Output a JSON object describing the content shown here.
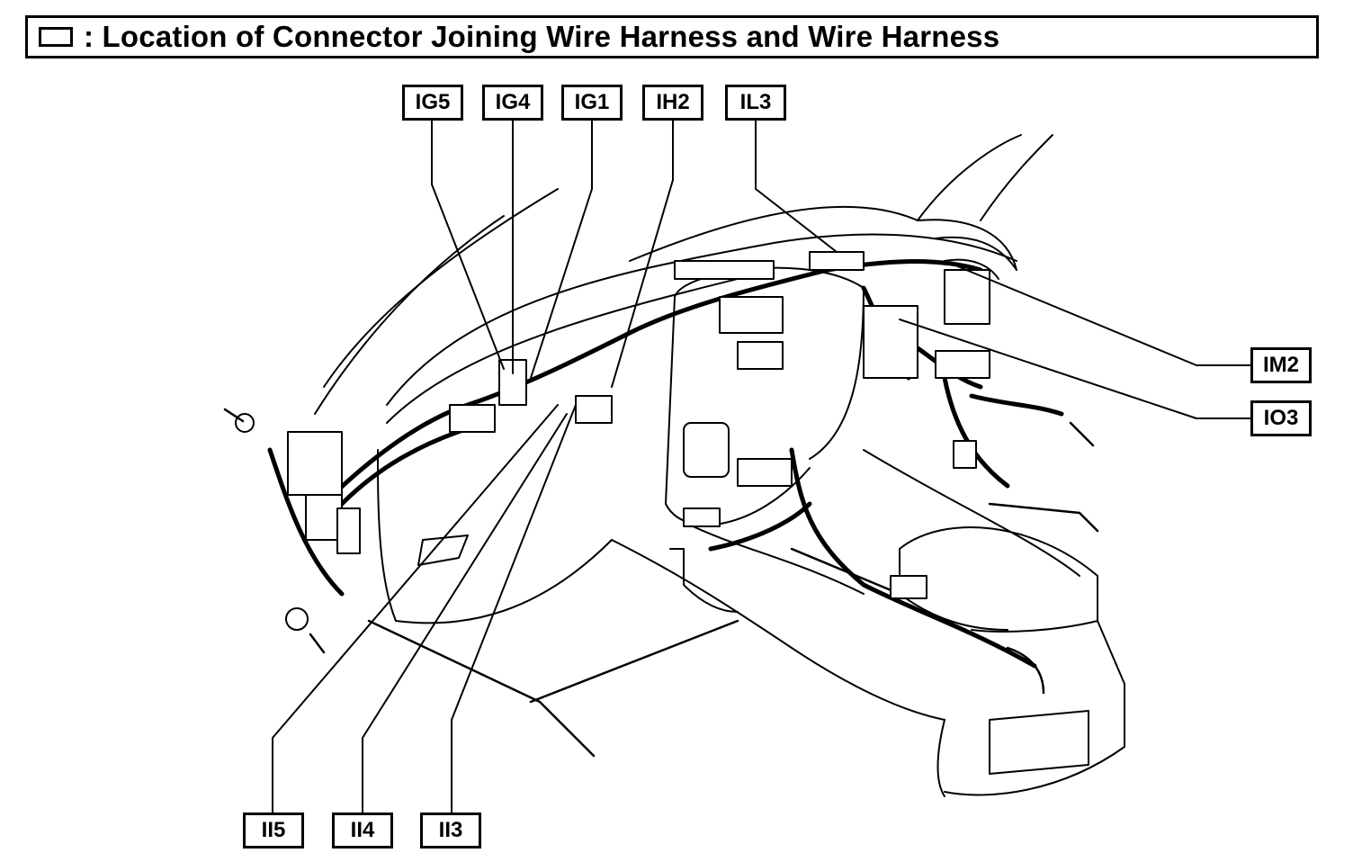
{
  "title": {
    "icon": "connector-box-icon",
    "text": ": Location of Connector Joining Wire Harness and Wire Harness"
  },
  "connectors": {
    "top": [
      "IG5",
      "IG4",
      "IG1",
      "IH2",
      "IL3"
    ],
    "right": [
      "IM2",
      "IO3"
    ],
    "bottom": [
      "II5",
      "II4",
      "II3"
    ]
  },
  "colors": {
    "line": "#000000",
    "background": "#ffffff"
  }
}
